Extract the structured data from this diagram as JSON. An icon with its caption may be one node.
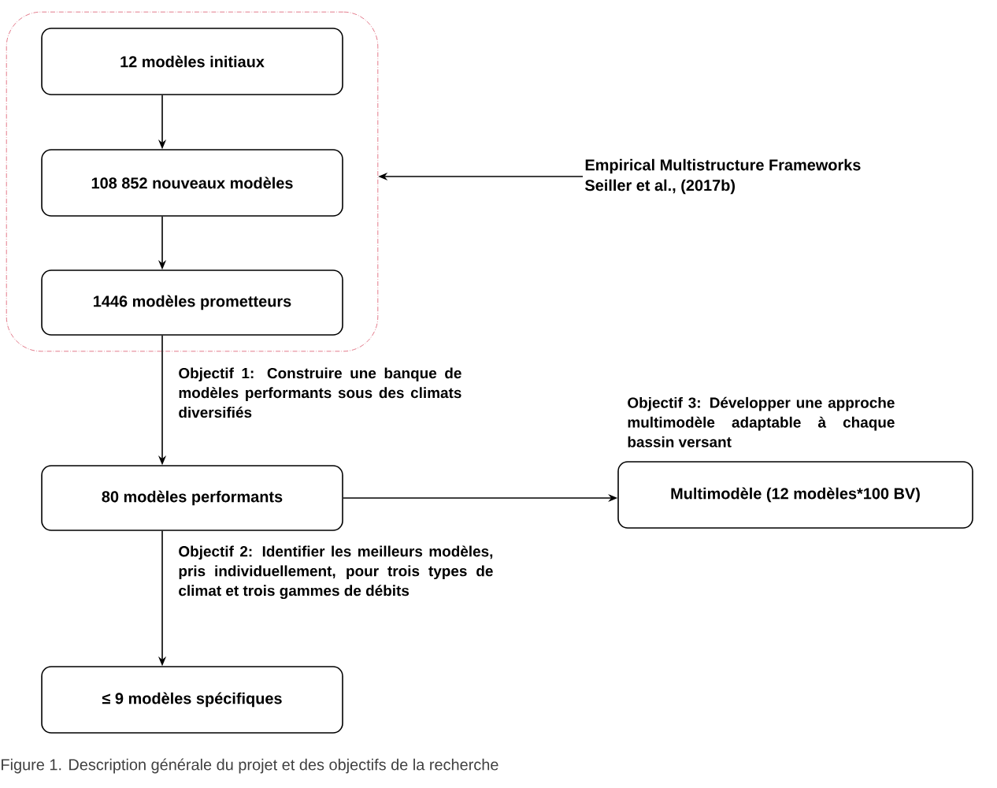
{
  "diagram": {
    "caption": "Figure 1. Description générale du projet et des objectifs de la recherche",
    "nodes": [
      {
        "text": [],
        "shape": "box"
      },
      {
        "text": [
          "12 modèles initiaux"
        ],
        "in": 0
      },
      {
        "text": [
          "108 852 nouveaux modèles"
        ],
        "in": 0
      },
      {
        "text": [
          "1446 modèles prometteurs"
        ],
        "in": 0
      },
      {
        "text": [
          "Empirical Multistructure Frameworks",
          "Seiller et al., (2017b)"
        ]
      },
      {
        "text": [
          "80 modèles performants"
        ]
      },
      {
        "text": [
          "Multimodèle (12 modèles*100 BV)"
        ],
        "beside": [
          "Objectif 3: Développer une approche multimodèle adaptable à chaque bassin versant"
        ]
      },
      {
        "text": [
          "≤ 9 modèles spécifiques"
        ]
      }
    ],
    "edges": [
      {
        "from": 1,
        "to": 2,
        "arrow": "to"
      },
      {
        "from": 2,
        "to": 3,
        "arrow": "to"
      },
      {
        "from": 4,
        "to": 0,
        "arrow": "to"
      },
      {
        "from": 3,
        "to": 5,
        "arrow": "to",
        "label": "Objectif 1: Construire une banque de modèles performants sous des climats diversifiés"
      },
      {
        "from": 5,
        "to": 6,
        "arrow": "to"
      },
      {
        "from": 5,
        "to": 7,
        "arrow": "to",
        "label": "Objectif 2: Identifier les meilleurs modèles, pris individuellement, pour trois types de climat et trois gammes de débits"
      }
    ]
  }
}
